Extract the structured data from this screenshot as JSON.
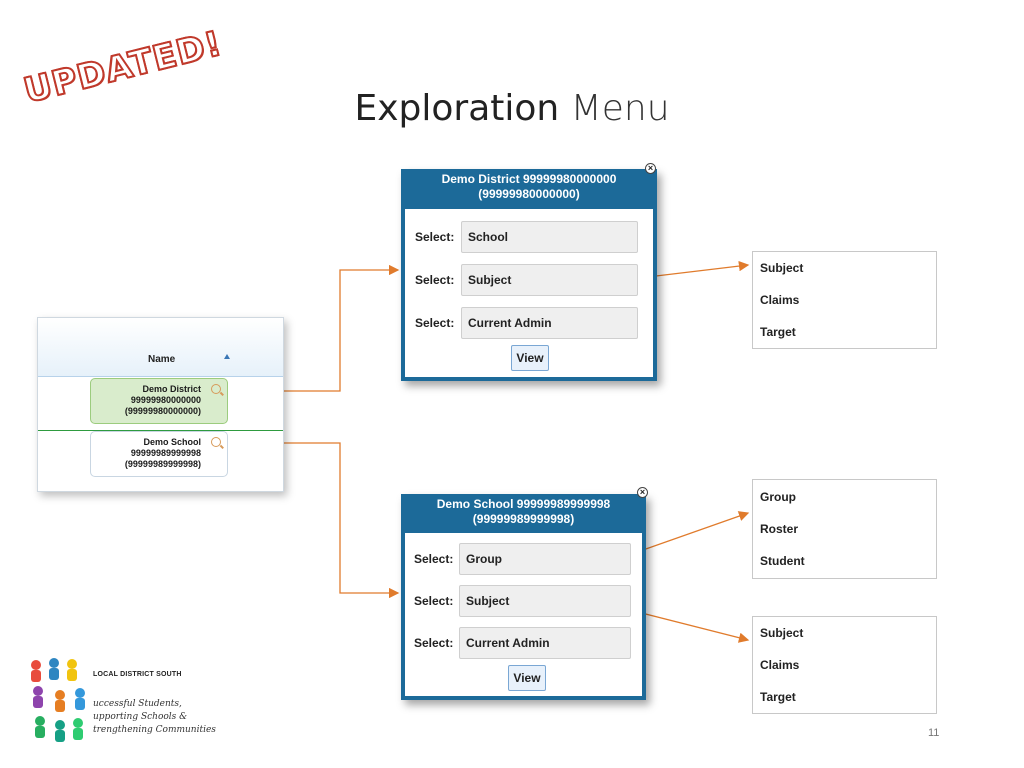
{
  "slide": {
    "stamp": "UPDATED!",
    "title_part1": "Exploration",
    "title_part2": "Menu",
    "page_number": "11"
  },
  "grid": {
    "header_label": "Name",
    "rows": [
      {
        "name": "Demo District",
        "code": "99999980000000",
        "code_paren": "(99999980000000)"
      },
      {
        "name": "Demo School",
        "code": "99999989999998",
        "code_paren": "(99999989999998)"
      }
    ]
  },
  "district_popup": {
    "title_line1": "Demo District 99999980000000",
    "title_line2": "(99999980000000)",
    "rows": [
      {
        "label": "Select:",
        "value": "School"
      },
      {
        "label": "Select:",
        "value": "Subject"
      },
      {
        "label": "Select:",
        "value": "Current Admin"
      }
    ],
    "view_label": "View",
    "close_glyph": "×"
  },
  "school_popup": {
    "title_line1": "Demo School 99999989999998",
    "title_line2": "(99999989999998)",
    "rows": [
      {
        "label": "Select:",
        "value": "Group"
      },
      {
        "label": "Select:",
        "value": "Subject"
      },
      {
        "label": "Select:",
        "value": "Current Admin"
      }
    ],
    "view_label": "View",
    "close_glyph": "×"
  },
  "option_lists": {
    "district_subject": [
      "Subject",
      "Claims",
      "Target"
    ],
    "school_group": [
      "Group",
      "Roster",
      "Student"
    ],
    "school_subject": [
      "Subject",
      "Claims",
      "Target"
    ]
  },
  "logo": {
    "org_name": "LOCAL DISTRICT SOUTH",
    "tagline_1": "uccessful Students,",
    "tagline_2": "upporting Schools &",
    "tagline_3": "trengthening Communities"
  },
  "colors": {
    "popup_header": "#1c6a99",
    "arrow": "#e07b2c",
    "district_row_bg": "#d9eccc",
    "stamp_red": "#c0392b"
  }
}
